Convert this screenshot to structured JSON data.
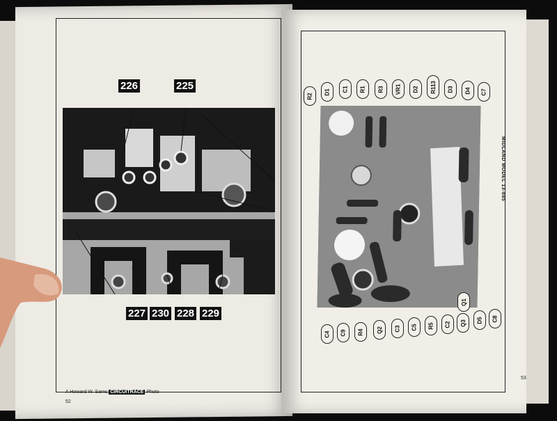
{
  "left_page": {
    "callouts": [
      "226",
      "225",
      "227",
      "230",
      "228",
      "229"
    ],
    "footer_credit": "A Howard W. Sams",
    "footer_brand": "CIRCUITRACE",
    "footer_suffix": "Photo",
    "page_number": "52"
  },
  "right_page": {
    "top_labels": [
      "R2",
      "D1",
      "C1",
      "R1",
      "R3",
      "VR1",
      "D2",
      "R113",
      "D3",
      "D4",
      "C7"
    ],
    "bottom_labels": [
      "C4",
      "C9",
      "R4",
      "Q2",
      "C3",
      "C5",
      "R5",
      "C2",
      "Q3",
      "Q1",
      "D5",
      "C8"
    ],
    "side_title": "MIDLAND MODEL 13-885",
    "page_number": "53"
  },
  "colors": {
    "page": "#ece9e2",
    "ink": "#111111",
    "background": "#0c0c0c"
  }
}
